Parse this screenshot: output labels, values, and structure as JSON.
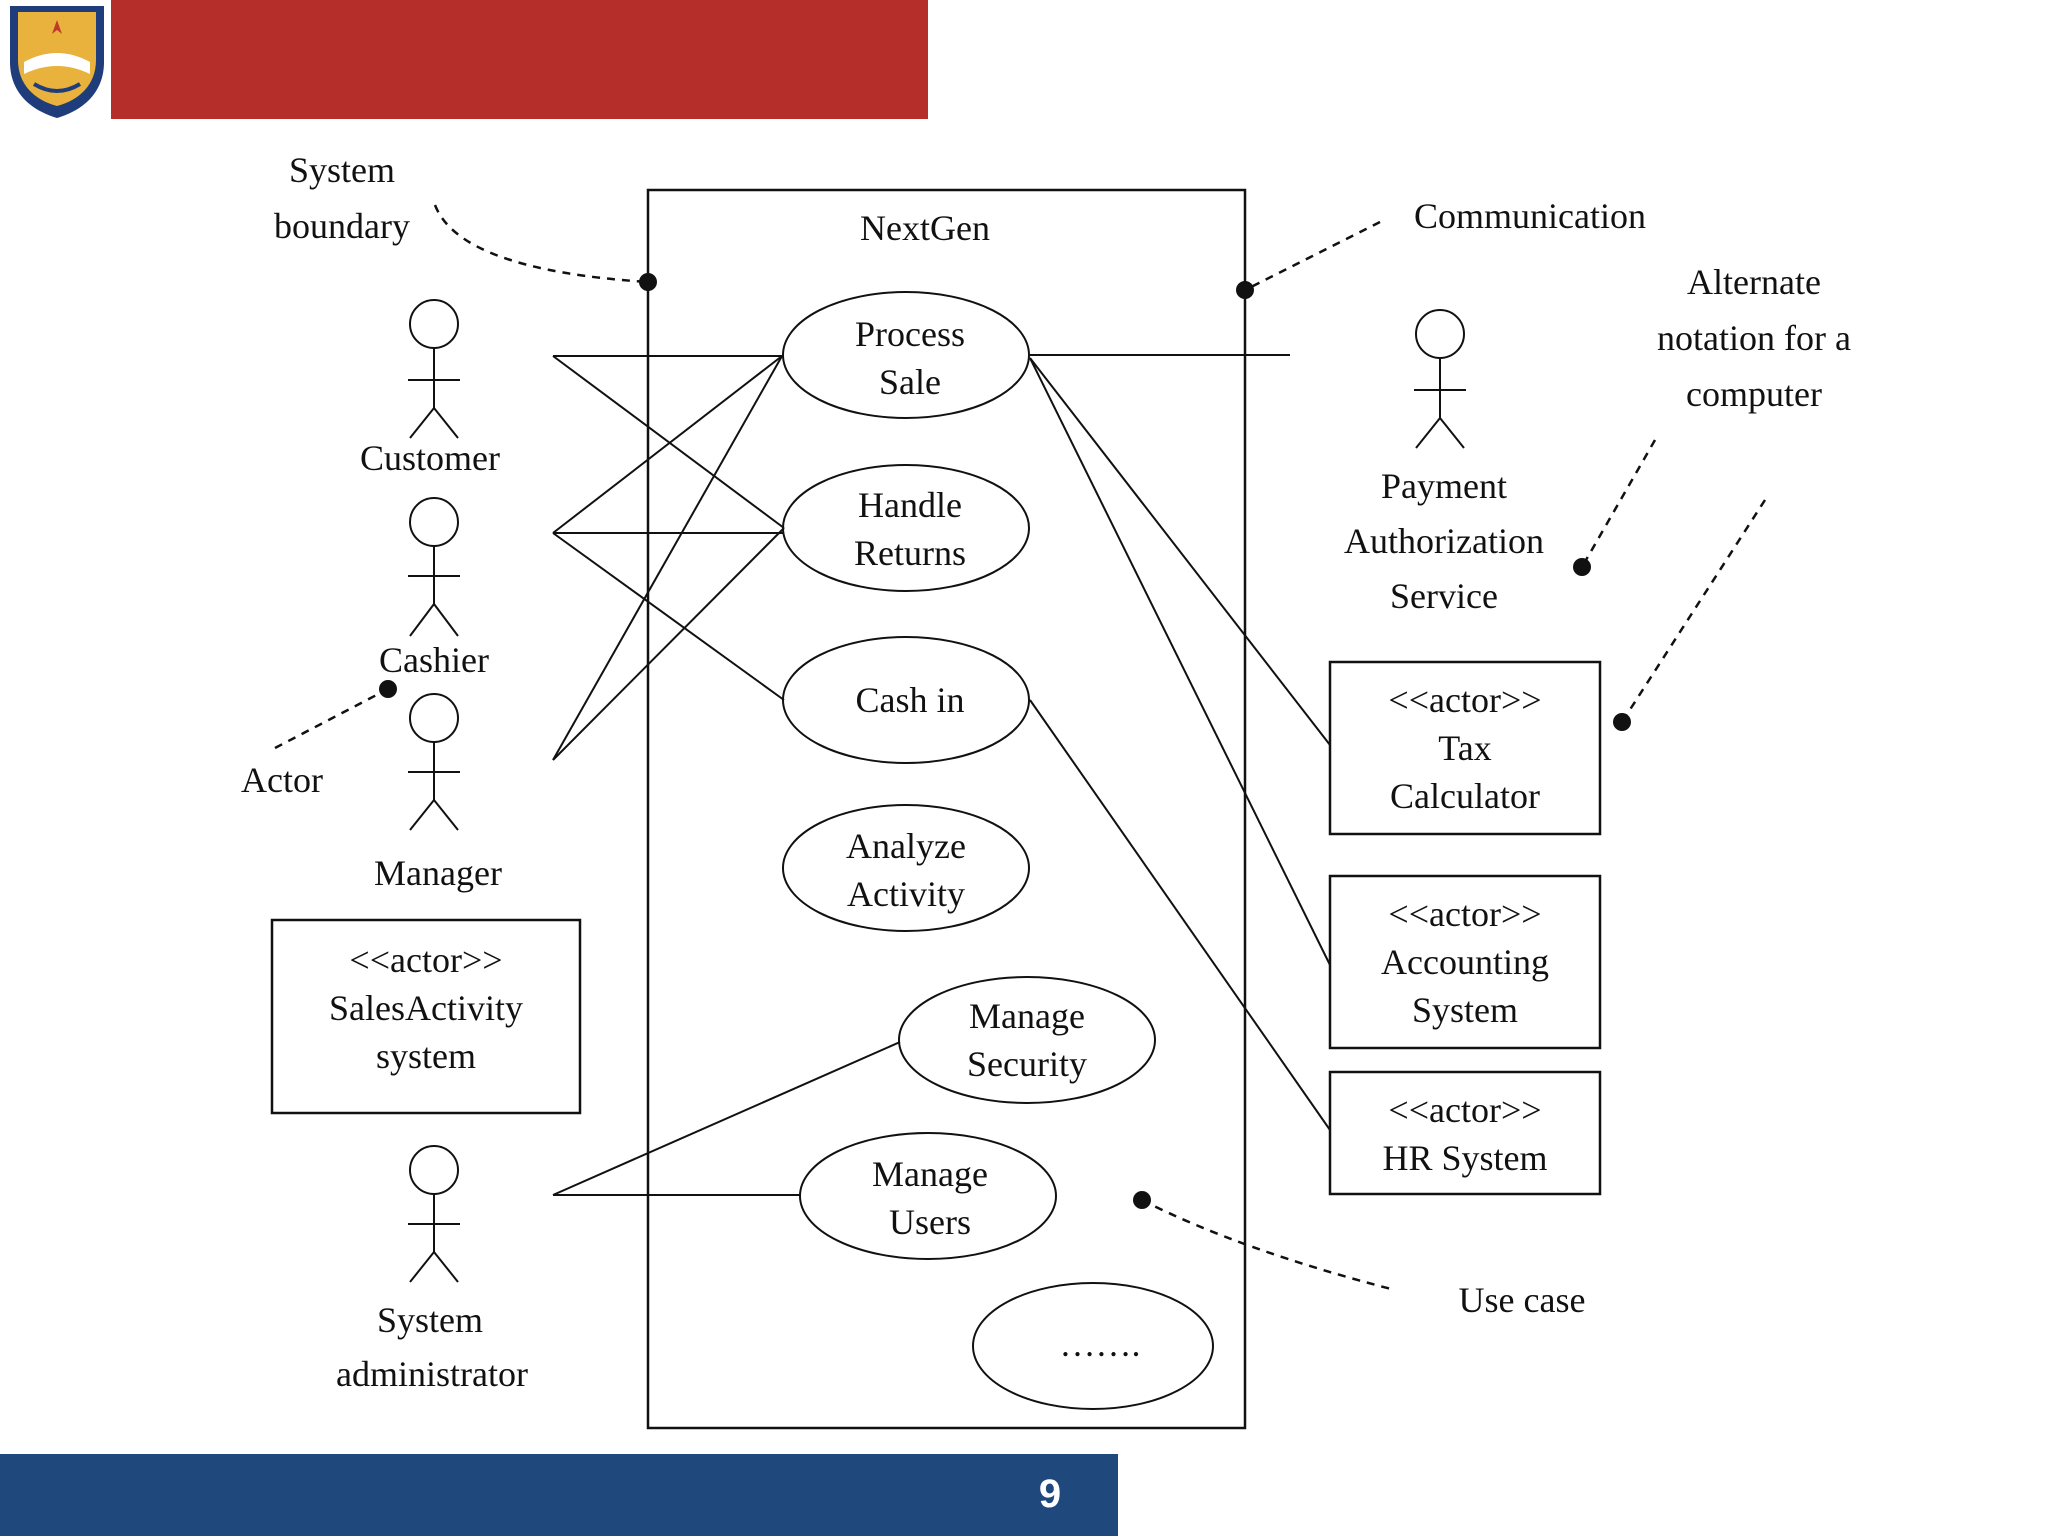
{
  "page": {
    "number": "9"
  },
  "colors": {
    "header_red": "#b52e2a",
    "footer_blue": "#1f497d",
    "ink": "#111111"
  },
  "logo": {
    "icon": "university-crest-icon"
  },
  "system": {
    "name": "NextGen"
  },
  "use_cases": {
    "process_sale": [
      "Process",
      "Sale"
    ],
    "handle_returns": [
      "Handle",
      "Returns"
    ],
    "cash_in": [
      "Cash in"
    ],
    "analyze_activity": [
      "Analyze",
      "Activity"
    ],
    "manage_security": [
      "Manage",
      "Security"
    ],
    "manage_users": [
      "Manage",
      "Users"
    ],
    "more": [
      "……."
    ]
  },
  "actors": {
    "customer": [
      "Customer"
    ],
    "cashier": [
      "Cashier"
    ],
    "manager": [
      "Manager"
    ],
    "system_admin": [
      "System",
      "administrator"
    ],
    "payment_service": [
      "Payment",
      "Authorization",
      "Service"
    ]
  },
  "box_actors": {
    "sales_activity": [
      "<<actor>>",
      "SalesActivity",
      "system"
    ],
    "tax_calculator": [
      "<<actor>>",
      "Tax",
      "Calculator"
    ],
    "accounting": [
      "<<actor>>",
      "Accounting",
      "System"
    ],
    "hr": [
      "<<actor>>",
      "HR System"
    ]
  },
  "annotations": {
    "system_boundary": [
      "System",
      "boundary"
    ],
    "communication": [
      "Communication"
    ],
    "alternate_notation": [
      "Alternate",
      "notation for a",
      "computer"
    ],
    "actor": [
      "Actor"
    ],
    "use_case": [
      "Use case"
    ]
  }
}
